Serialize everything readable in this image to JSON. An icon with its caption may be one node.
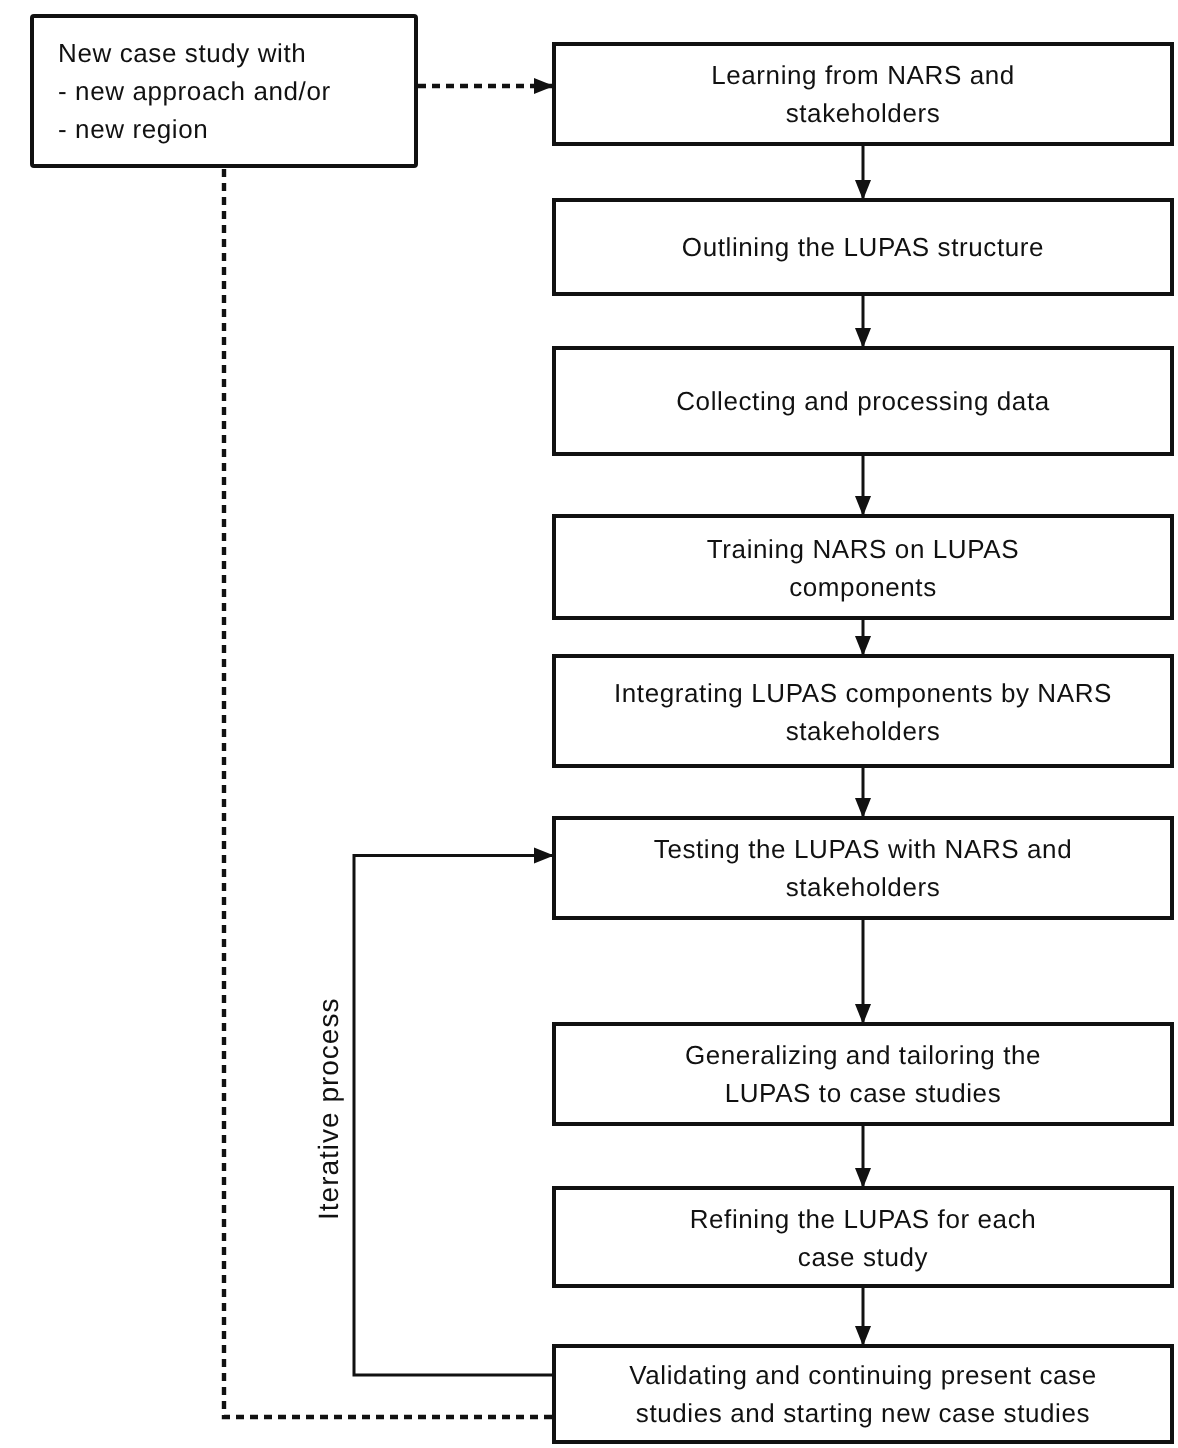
{
  "diagram": {
    "nodes": [
      {
        "text": [
          "New case study with",
          "- new approach and/or",
          "- new region"
        ]
      },
      {
        "text": [
          "Learning from NARS and stakeholders"
        ]
      },
      {
        "text": [
          "Outlining the LUPAS structure"
        ]
      },
      {
        "text": [
          "Collecting and processing data"
        ]
      },
      {
        "text": [
          "Training NARS on LUPAS components"
        ]
      },
      {
        "text": [
          "Integrating LUPAS components by NARS stakeholders"
        ]
      },
      {
        "text": [
          "Testing the LUPAS with NARS and stakeholders"
        ]
      },
      {
        "text": [
          "Generalizing and tailoring the LUPAS to case studies"
        ]
      },
      {
        "text": [
          "Refining the LUPAS for each case study"
        ]
      },
      {
        "text": [
          "Validating and continuing present case studies and starting new case studies"
        ]
      }
    ],
    "edges": [
      {
        "from": 0,
        "to": 1,
        "arrow": "to",
        "style": "dashed"
      },
      {
        "from": 1,
        "to": 2,
        "arrow": "to"
      },
      {
        "from": 2,
        "to": 3,
        "arrow": "to"
      },
      {
        "from": 3,
        "to": 4,
        "arrow": "to"
      },
      {
        "from": 4,
        "to": 5,
        "arrow": "to"
      },
      {
        "from": 5,
        "to": 6,
        "arrow": "to"
      },
      {
        "from": 6,
        "to": 7,
        "arrow": "to"
      },
      {
        "from": 7,
        "to": 8,
        "arrow": "to"
      },
      {
        "from": 8,
        "to": 9,
        "arrow": "to"
      },
      {
        "from": 9,
        "to": 6,
        "arrow": "to",
        "label": "Iterative process"
      },
      {
        "from": 9,
        "to": 0,
        "arrow": "none",
        "style": "dashed"
      }
    ]
  }
}
